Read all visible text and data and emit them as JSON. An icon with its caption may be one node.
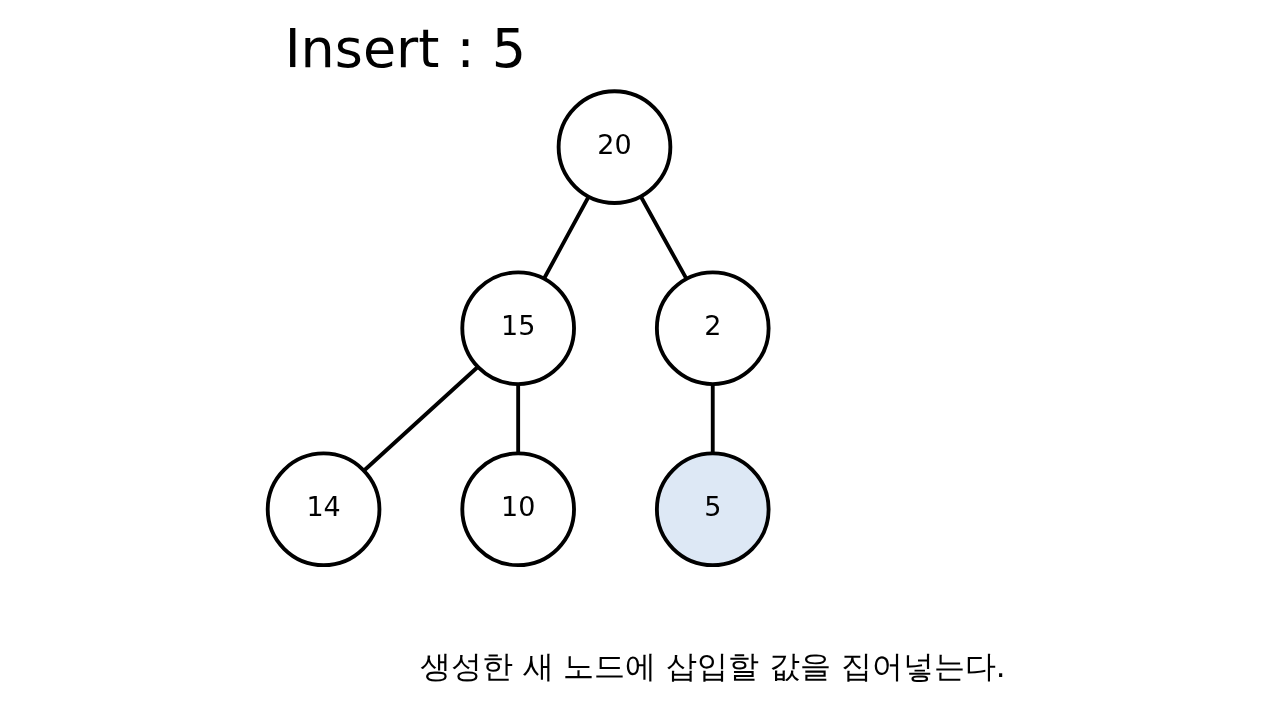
{
  "diagram": {
    "title": "Insert : 5",
    "nodes": [
      {
        "text": [
          "20"
        ]
      },
      {
        "text": [
          "15"
        ]
      },
      {
        "text": [
          "2"
        ]
      },
      {
        "text": [
          "14"
        ]
      },
      {
        "text": [
          "10"
        ]
      },
      {
        "text": [
          "5"
        ]
      }
    ],
    "edges": [
      {
        "from": 0,
        "to": 1,
        "arrow": "none"
      },
      {
        "from": 0,
        "to": 2,
        "arrow": "none"
      },
      {
        "from": 1,
        "to": 3,
        "arrow": "none"
      },
      {
        "from": 1,
        "to": 4,
        "arrow": "none"
      },
      {
        "from": 2,
        "to": 5,
        "arrow": "none"
      }
    ],
    "labels": [
      "생성한 새 노드에 삽입할 값을 집어넣는다."
    ]
  }
}
